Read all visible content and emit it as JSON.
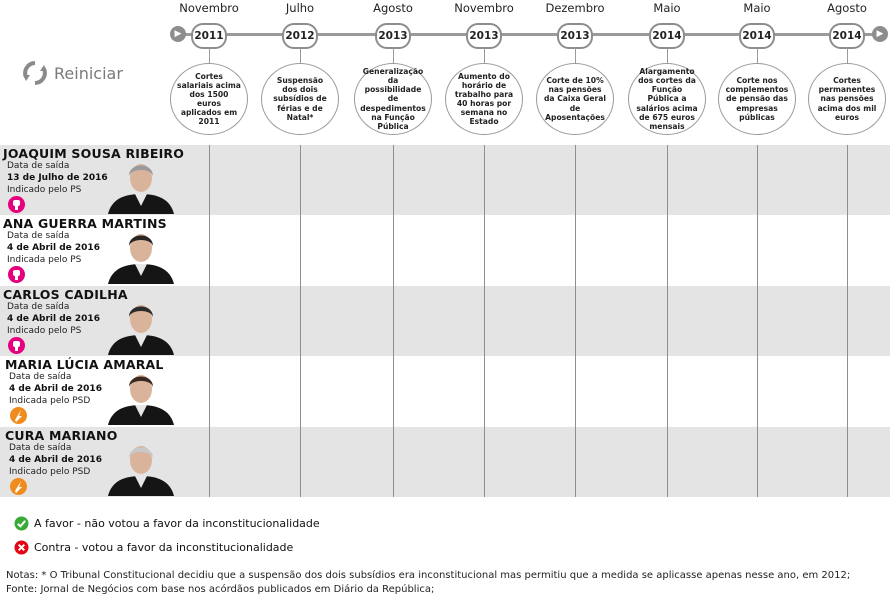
{
  "controls": {
    "reset_label": "Reiniciar",
    "prev_glyph": "▶",
    "next_glyph": "▶"
  },
  "timeline": [
    {
      "month": "Novembro",
      "year": "2011",
      "measure": "Cortes salariais acima dos 1500 euros aplicados em 2011"
    },
    {
      "month": "Julho",
      "year": "2012",
      "measure": "Suspensão dos dois subsídios de férias e de Natal*"
    },
    {
      "month": "Agosto",
      "year": "2013",
      "measure": "Generalização da possibilidade de despedimentos na Função Pública"
    },
    {
      "month": "Novembro",
      "year": "2013",
      "measure": "Aumento do horário de trabalho para 40 horas por semana no Estado"
    },
    {
      "month": "Dezembro",
      "year": "2013",
      "measure": "Corte de 10% nas pensões da Caixa Geral de Aposentações"
    },
    {
      "month": "Maio",
      "year": "2014",
      "measure": "Alargamento dos cortes da Função Pública a salários acima de 675 euros mensais"
    },
    {
      "month": "Maio",
      "year": "2014",
      "measure": "Corte nos complementos de pensão das empresas públicas"
    },
    {
      "month": "Agosto",
      "year": "2014",
      "measure": "Cortes permanentes nas pensões acima dos mil euros"
    }
  ],
  "judges": [
    {
      "name": "JOAQUIM SOUSA RIBEIRO",
      "exit_label": "Data de saída",
      "exit_date": "13 de Julho de 2016",
      "appointed": "Indicado pelo PS",
      "party": "PS",
      "party_color": "#e5007e"
    },
    {
      "name": "ANA GUERRA MARTINS",
      "exit_label": "Data de saída",
      "exit_date": "4 de Abril de 2016",
      "appointed": "Indicada pelo PS",
      "party": "PS",
      "party_color": "#e5007e"
    },
    {
      "name": "CARLOS CADILHA",
      "exit_label": "Data de saída",
      "exit_date": "4 de Abril de 2016",
      "appointed": "Indicado pelo PS",
      "party": "PS",
      "party_color": "#e5007e"
    },
    {
      "name": "MARIA LÚCIA AMARAL",
      "exit_label": "Data de saída",
      "exit_date": "4 de Abril de 2016",
      "appointed": "Indicada pelo PSD",
      "party": "PSD",
      "party_color": "#f08c1e"
    },
    {
      "name": "CURA MARIANO",
      "exit_label": "Data de saída",
      "exit_date": "4 de Abril de 2016",
      "appointed": "Indicado pelo PSD",
      "party": "PSD",
      "party_color": "#f08c1e"
    }
  ],
  "legend": {
    "favor": "A favor - não votou a favor da inconstitucionalidade",
    "contra": "Contra - votou a favor da inconstitucionalidade",
    "favor_color": "#3aa935",
    "contra_color": "#e30613"
  },
  "notes": {
    "notas": "Notas: * O Tribunal Constitucional decidiu que a suspensão dos dois subsídios era inconstitucional mas permitiu que a medida se aplicasse apenas nesse ano, em 2012;",
    "fonte": "Fonte: Jornal de Negócios com base nos acórdãos publicados em Diário da República;"
  }
}
